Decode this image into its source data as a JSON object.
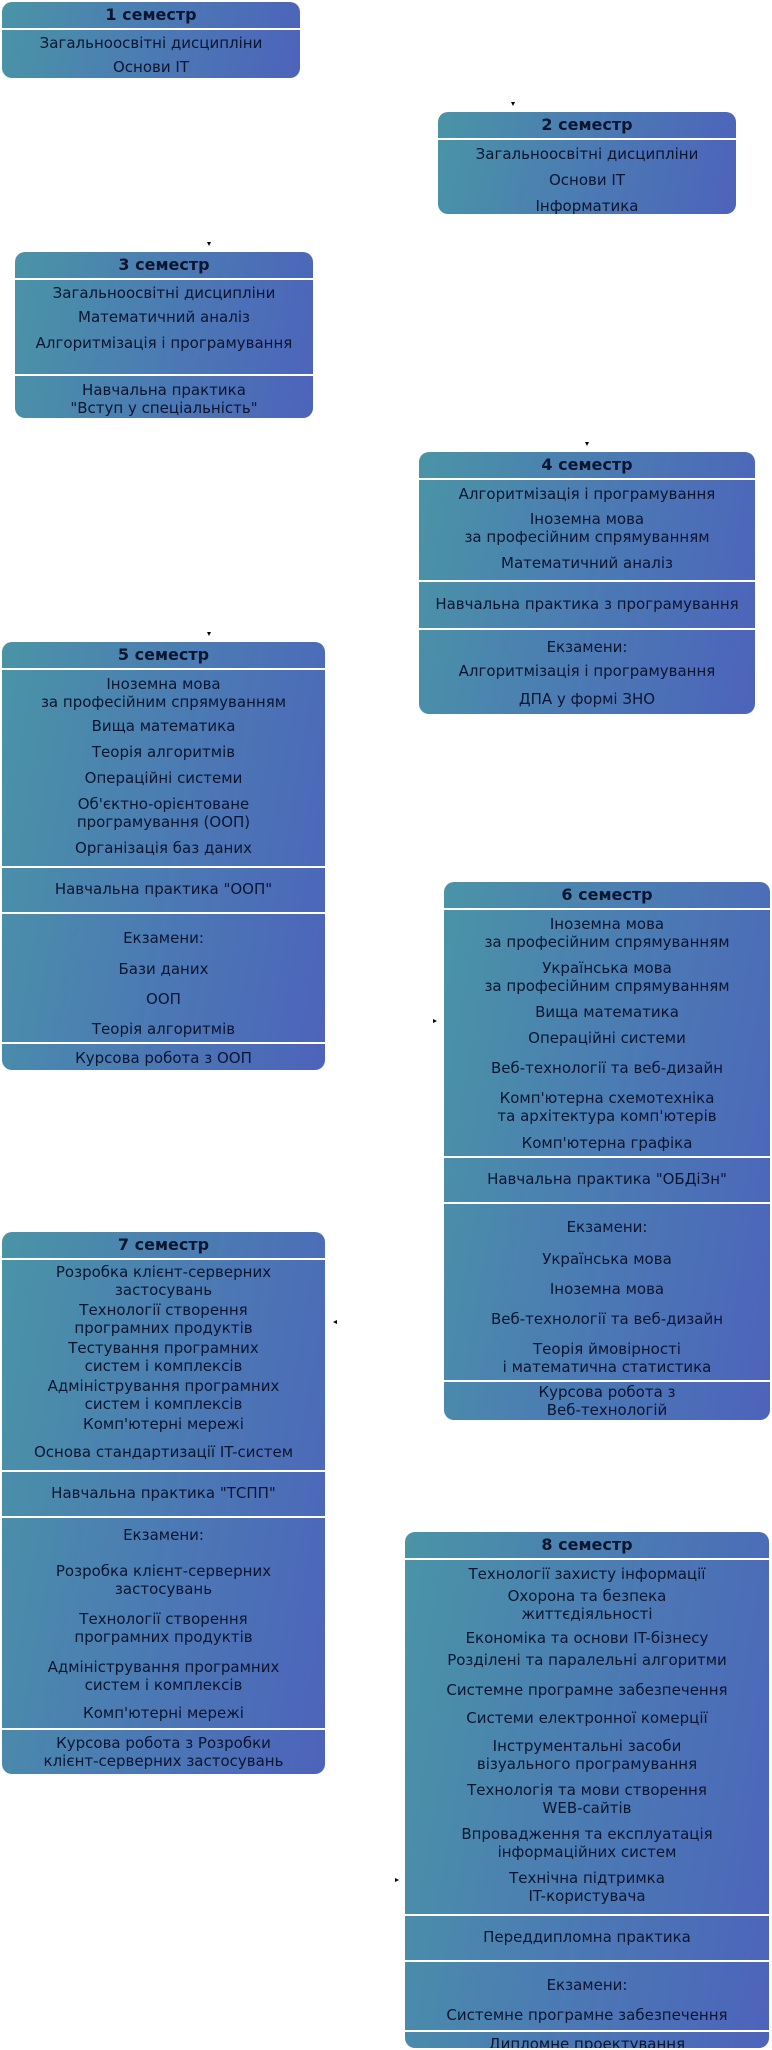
{
  "sem1": {
    "title": "1 семестр",
    "items": [
      "Загальноосвітні дисципліни",
      "Основи IT"
    ]
  },
  "sem2": {
    "title": "2 семестр",
    "items": [
      "Загальноосвітні дисципліни",
      "Основи IT",
      "Інформатика"
    ]
  },
  "sem3": {
    "title": "3 семестр",
    "items": [
      "Загальноосвітні дисципліни",
      "Математичний аналіз",
      "Алгоритмізація і програмування"
    ],
    "practice": "Навчальна практика\n\"Вступ у спеціальність\""
  },
  "sem4": {
    "title": "4 семестр",
    "items": [
      "Алгоритмізація і програмування",
      "Іноземна мова\nза професійним спрямуванням",
      "Математичний аналіз"
    ],
    "practice": "Навчальна практика з програмування",
    "exams": [
      "Екзамени:",
      "Алгоритмізація і програмування",
      "ДПА у формі ЗНО"
    ]
  },
  "sem5": {
    "title": "5 семестр",
    "items": [
      "Іноземна мова\nза професійним спрямуванням",
      "Вища математика",
      "Теорія алгоритмів",
      "Операційні системи",
      "Об'єктно-орієнтоване\nпрограмування (ООП)",
      "Організація баз даних"
    ],
    "practice": "Навчальна практика \"ООП\"",
    "exams": [
      "Екзамени:",
      "Бази даних",
      "ООП",
      "Теорія алгоритмів"
    ],
    "coursework": "Курсова робота з ООП"
  },
  "sem6": {
    "title": "6 семестр",
    "items": [
      "Іноземна мова\nза професійним спрямуванням",
      "Українська мова\nза професійним спрямуванням",
      "Вища математика",
      "Операційні системи",
      "Веб-технології та веб-дизайн",
      "Комп'ютерна схемотехніка\nта архітектура комп'ютерів",
      "Комп'ютерна графіка"
    ],
    "practice": "Навчальна практика \"ОБДіЗн\"",
    "exams": [
      "Екзамени:",
      "Українська мова",
      "Іноземна мова",
      "Веб-технології та веб-дизайн",
      "Теорія ймовірності\nі математична статистика"
    ],
    "coursework": "Курсова робота з\nВеб-технологій"
  },
  "sem7": {
    "title": "7 семестр",
    "items": [
      "Розробка клієнт-серверних\nзастосувань",
      "Технології створення\nпрограмних продуктів",
      "Тестування програмних\nсистем і комплексів",
      "Адміністрування програмних\nсистем і комплексів",
      "Комп'ютерні мережі",
      "Основа стандартизації IT-систем"
    ],
    "practice": "Навчальна практика \"ТСПП\"",
    "exams": [
      "Екзамени:",
      "Розробка клієнт-серверних\nзастосувань",
      "Технології створення\nпрограмних продуктів",
      "Адміністрування програмних\nсистем і комплексів",
      "Комп'ютерні мережі"
    ],
    "coursework": "Курсова робота з Розробки\nклієнт-серверних застосувань"
  },
  "sem8": {
    "title": "8 семестр",
    "items": [
      "Технології захисту інформації",
      "Охорона та безпека\nжиттєдіяльності",
      "Економіка та основи IT-бізнесу",
      "Розділені та паралельні алгоритми",
      "Системне програмне забезпечення",
      "Системи електронної комерції",
      "Інструментальні засоби\nвізуального програмування",
      "Технологія та мови створення\nWEB-сайтів",
      "Впровадження та експлуатація\nінформаційних систем",
      "Технічна підтримка\nIT-користувача"
    ],
    "practice": "Переддипломна практика",
    "exams": [
      "Екзамени:",
      "Системне програмне забезпечення"
    ],
    "diploma": "Дипломне проектування"
  }
}
